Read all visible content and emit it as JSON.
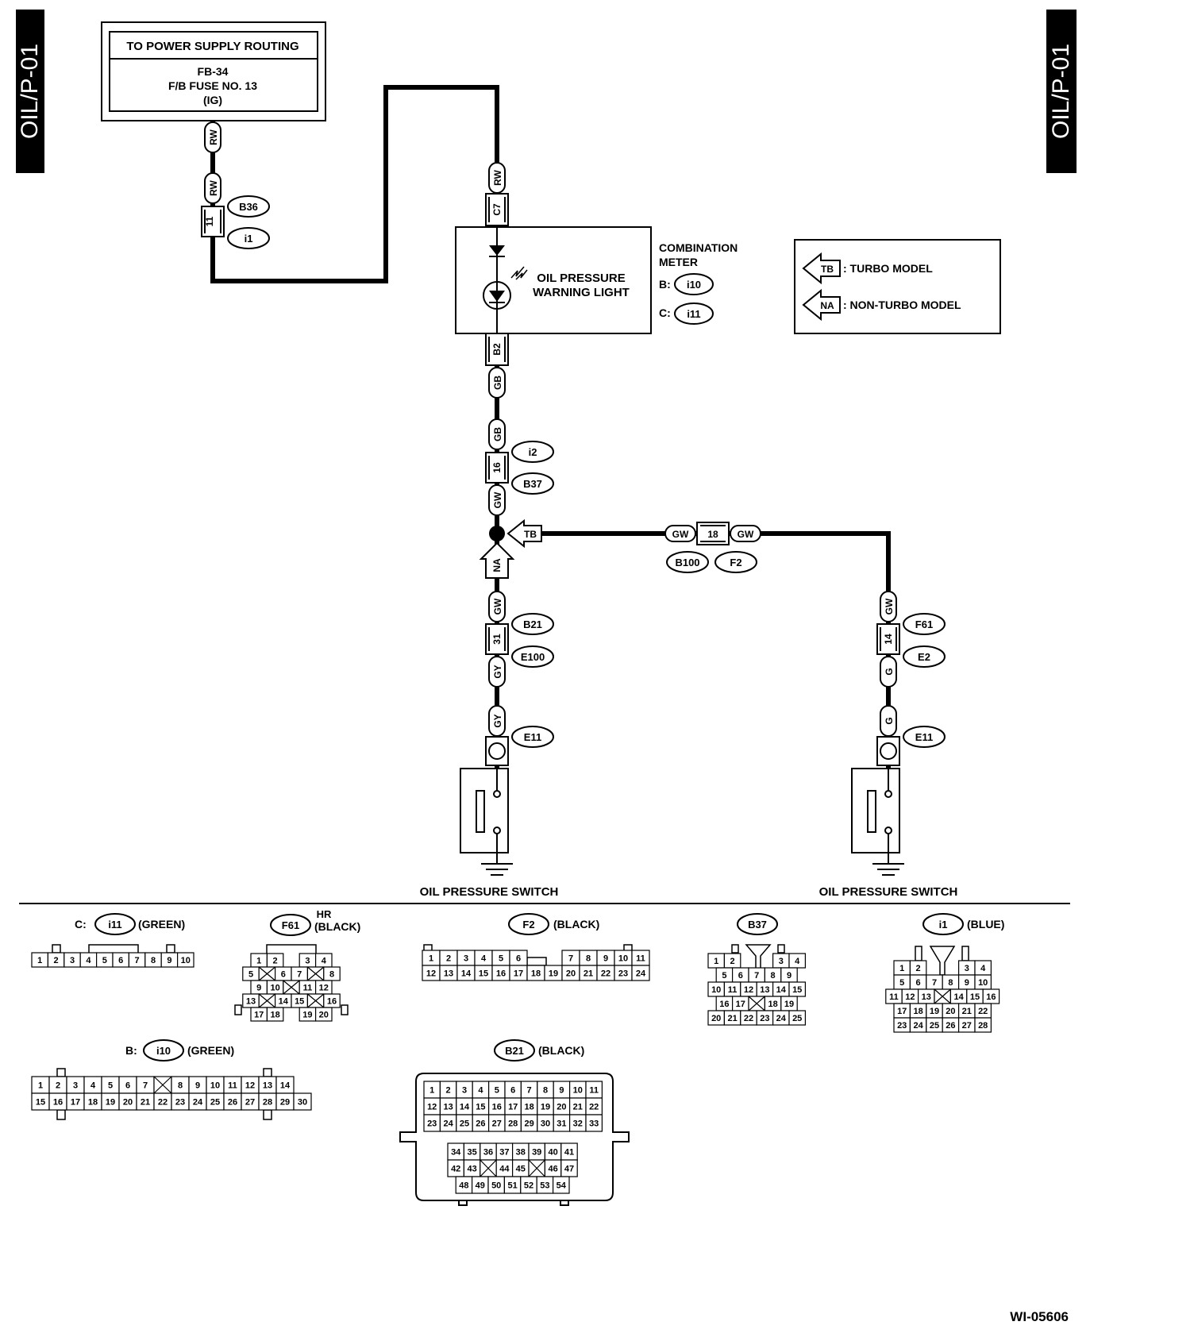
{
  "side_tag": "OIL/P-01",
  "power_box": {
    "header": "TO POWER SUPPLY ROUTING",
    "line1": "FB-34",
    "line2": "F/B FUSE NO. 13",
    "line3": "(IG)"
  },
  "meter": {
    "label_line1": "OIL PRESSURE",
    "label_line2": "WARNING LIGHT",
    "title_line1": "COMBINATION",
    "title_line2": "METER",
    "conn_b_prefix": "B:",
    "conn_b": "i10",
    "conn_c_prefix": "C:",
    "conn_c": "i11"
  },
  "legend": {
    "tb_tag": "TB",
    "tb_text": ": TURBO MODEL",
    "na_tag": "NA",
    "na_text": ": NON-TURBO MODEL"
  },
  "wires": {
    "rw": "RW",
    "gb": "GB",
    "gw": "GW",
    "gy": "GY",
    "g": "G"
  },
  "pins": {
    "p11": "11",
    "c7": "C7",
    "b2": "B2",
    "p16": "16",
    "p18": "18",
    "p31": "31",
    "p14": "14"
  },
  "connectors": {
    "b36": "B36",
    "i1": "i1",
    "i2": "i2",
    "b37": "B37",
    "b100": "B100",
    "f2": "F2",
    "b21": "B21",
    "e100": "E100",
    "e11": "E11",
    "f61": "F61",
    "e2": "E2"
  },
  "junction": {
    "tb": "TB",
    "na": "NA"
  },
  "switch_label": "OIL PRESSURE SWITCH",
  "views": {
    "c_i11": {
      "prefix": "C:",
      "name": "i11",
      "color": "(GREEN)"
    },
    "f61": {
      "hr": "HR",
      "name": "F61",
      "color": "(BLACK)"
    },
    "f2": {
      "name": "F2",
      "color": "(BLACK)"
    },
    "b37": {
      "name": "B37"
    },
    "i1": {
      "name": "i1",
      "color": "(BLUE)"
    },
    "b_i10": {
      "prefix": "B:",
      "name": "i10",
      "color": "(GREEN)"
    },
    "b21": {
      "name": "B21",
      "color": "(BLACK)"
    }
  },
  "figure_id": "WI-05606"
}
